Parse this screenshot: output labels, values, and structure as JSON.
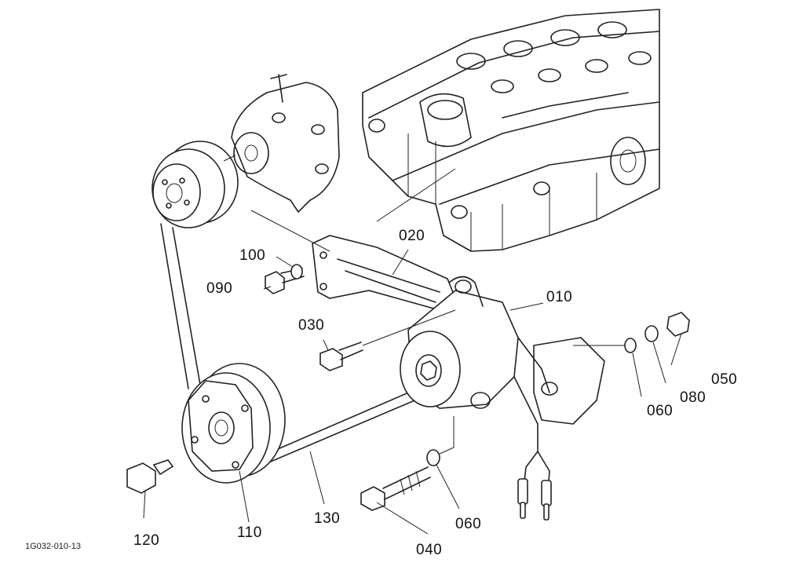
{
  "diagram": {
    "parts": [
      {
        "id": "p010",
        "label": "010"
      },
      {
        "id": "p020",
        "label": "020"
      },
      {
        "id": "p030",
        "label": "030"
      },
      {
        "id": "p040",
        "label": "040"
      },
      {
        "id": "p050",
        "label": "050"
      },
      {
        "id": "p060a",
        "label": "060"
      },
      {
        "id": "p060b",
        "label": "060"
      },
      {
        "id": "p080",
        "label": "080"
      },
      {
        "id": "p090",
        "label": "090"
      },
      {
        "id": "p100",
        "label": "100"
      },
      {
        "id": "p110",
        "label": "110"
      },
      {
        "id": "p120",
        "label": "120"
      },
      {
        "id": "p130",
        "label": "130"
      }
    ],
    "figure_code": "1G032-010-13"
  }
}
